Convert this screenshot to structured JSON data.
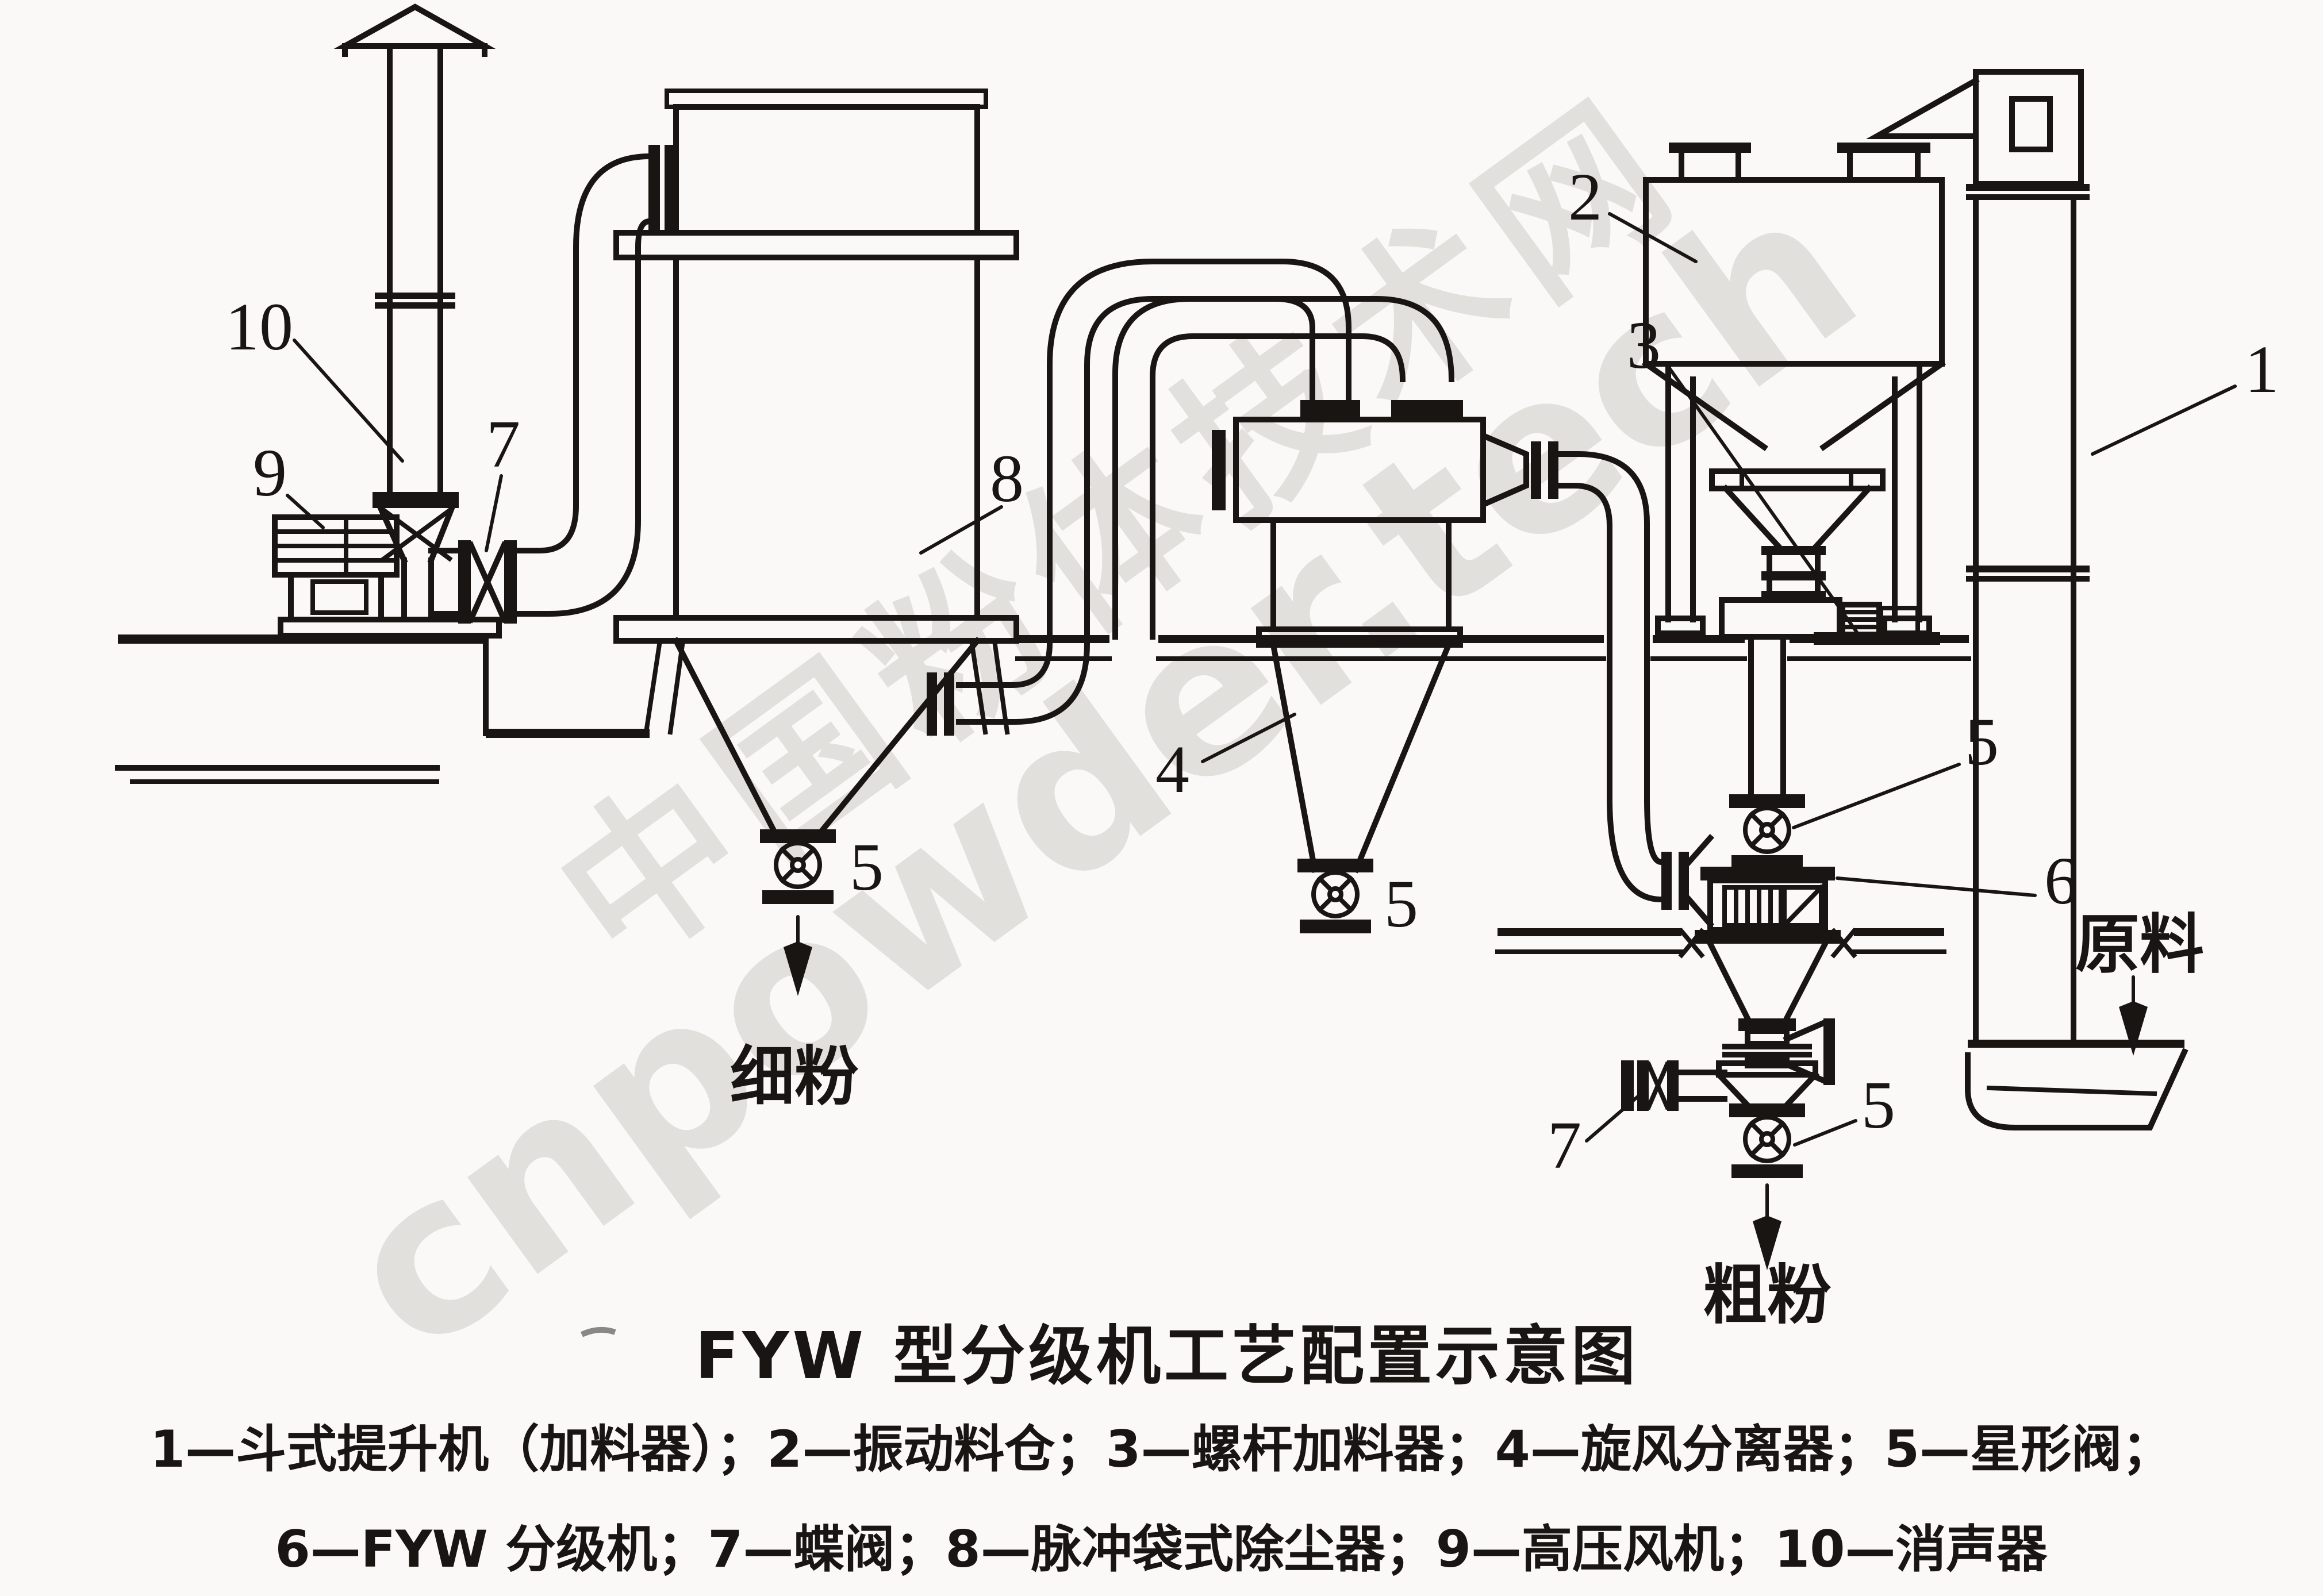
{
  "title": "FYW 型分级机工艺配置示意图",
  "legend": {
    "line1": "1—斗式提升机（加料器）；2—振动料仓；3—螺杆加料器；4—旋风分离器；5—星形阀；",
    "line2": "6—FYW 分级机；7—蝶阀；8—脉冲袋式除尘器；9—高压风机；10—消声器"
  },
  "watermark": {
    "cn": "中国粉体技术网",
    "en": "cnpowder.tech"
  },
  "flow_labels": {
    "raw_material": "原料",
    "fine_powder": "细粉",
    "coarse_powder": "粗粉"
  },
  "callouts": {
    "n1": "1",
    "n2": "2",
    "n3": "3",
    "n4": "4",
    "n5_collector": "5",
    "n5_cyclone": "5",
    "n5_classifier_top": "5",
    "n5_classifier_bottom": "5",
    "n6": "6",
    "n7_fan": "7",
    "n7_classifier": "7",
    "n8": "8",
    "n9": "9",
    "n10": "10"
  },
  "equipment": [
    {
      "no": "1",
      "name": "斗式提升机（加料器）"
    },
    {
      "no": "2",
      "name": "振动料仓"
    },
    {
      "no": "3",
      "name": "螺杆加料器"
    },
    {
      "no": "4",
      "name": "旋风分离器"
    },
    {
      "no": "5",
      "name": "星形阀"
    },
    {
      "no": "6",
      "name": "FYW 分级机"
    },
    {
      "no": "7",
      "name": "蝶阀"
    },
    {
      "no": "8",
      "name": "脉冲袋式除尘器"
    },
    {
      "no": "9",
      "name": "高压风机"
    },
    {
      "no": "10",
      "name": "消声器"
    }
  ]
}
